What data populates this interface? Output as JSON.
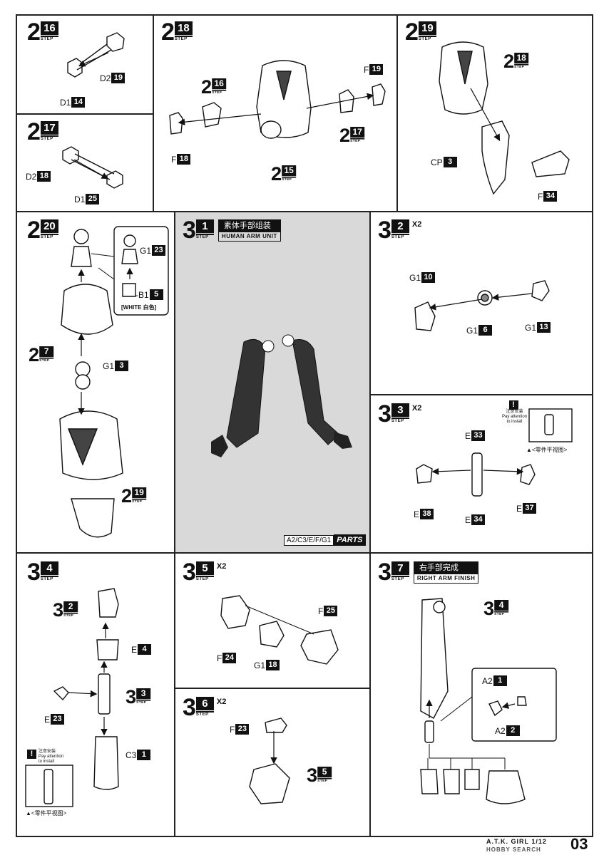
{
  "steps": {
    "s2_16": {
      "main": "2",
      "num": "16",
      "step": "STEP"
    },
    "s2_17": {
      "main": "2",
      "num": "17",
      "step": "STEP"
    },
    "s2_18": {
      "main": "2",
      "num": "18",
      "step": "STEP"
    },
    "s2_19": {
      "main": "2",
      "num": "19",
      "step": "STEP"
    },
    "s2_20": {
      "main": "2",
      "num": "20",
      "step": "STEP"
    },
    "s3_1": {
      "main": "3",
      "num": "1",
      "step": "STEP",
      "title_cn": "素体手部组装",
      "title_en": "HUMAN ARM UNIT"
    },
    "s3_2": {
      "main": "3",
      "num": "2",
      "step": "STEP",
      "mult": "X2"
    },
    "s3_3": {
      "main": "3",
      "num": "3",
      "step": "STEP",
      "mult": "X2"
    },
    "s3_4": {
      "main": "3",
      "num": "4",
      "step": "STEP"
    },
    "s3_5": {
      "main": "3",
      "num": "5",
      "step": "STEP",
      "mult": "X2"
    },
    "s3_6": {
      "main": "3",
      "num": "6",
      "step": "STEP",
      "mult": "X2"
    },
    "s3_7": {
      "main": "3",
      "num": "7",
      "step": "STEP",
      "title_cn": "右手部完成",
      "title_en": "RIGHT ARM FINISH"
    }
  },
  "refs": {
    "r2_7": {
      "main": "2",
      "num": "7",
      "step": "STEP"
    },
    "r2_15": {
      "main": "2",
      "num": "15",
      "step": "STEP"
    },
    "r2_17": {
      "main": "2",
      "num": "17",
      "step": "STEP"
    },
    "r2_18": {
      "main": "2",
      "num": "18",
      "step": "STEP"
    },
    "r2_19a": {
      "main": "2",
      "num": "19",
      "step": "STEP"
    },
    "r2_16": {
      "main": "2",
      "num": "16",
      "step": "STEP"
    },
    "r3_2": {
      "main": "3",
      "num": "2",
      "step": "STEP"
    },
    "r3_3": {
      "main": "3",
      "num": "3",
      "step": "STEP"
    },
    "r3_4": {
      "main": "3",
      "num": "4",
      "step": "STEP"
    },
    "r3_5": {
      "main": "3",
      "num": "5",
      "step": "STEP"
    }
  },
  "parts": {
    "p_d2_19": {
      "letter": "D2",
      "num": "19"
    },
    "p_d1_14": {
      "letter": "D1",
      "num": "14"
    },
    "p_d2_18": {
      "letter": "D2",
      "num": "18"
    },
    "p_d1_25": {
      "letter": "D1",
      "num": "25"
    },
    "p_f_19": {
      "letter": "F",
      "num": "19"
    },
    "p_f_18": {
      "letter": "F",
      "num": "18"
    },
    "p_cp_3": {
      "letter": "CP",
      "num": "3"
    },
    "p_f_34": {
      "letter": "F",
      "num": "34"
    },
    "p_g1_23": {
      "letter": "G1",
      "num": "23"
    },
    "p_b1_5": {
      "letter": "-B1",
      "num": "5"
    },
    "p_g1_3": {
      "letter": "G1",
      "num": "3"
    },
    "p_g1_10": {
      "letter": "G1",
      "num": "10"
    },
    "p_g1_6": {
      "letter": "G1",
      "num": "6"
    },
    "p_g1_13": {
      "letter": "G1",
      "num": "13"
    },
    "p_e_33": {
      "letter": "E",
      "num": "33"
    },
    "p_e_38": {
      "letter": "E",
      "num": "38"
    },
    "p_e_34": {
      "letter": "E",
      "num": "34"
    },
    "p_e_37": {
      "letter": "E",
      "num": "37"
    },
    "p_e_4": {
      "letter": "E",
      "num": "4"
    },
    "p_e_23": {
      "letter": "E",
      "num": "23"
    },
    "p_c3_1": {
      "letter": "C3",
      "num": "1"
    },
    "p_f_25": {
      "letter": "F",
      "num": "25"
    },
    "p_f_24": {
      "letter": "F",
      "num": "24"
    },
    "p_g1_18": {
      "letter": "G1",
      "num": "18"
    },
    "p_f_23": {
      "letter": "F",
      "num": "23"
    },
    "p_a2_1": {
      "letter": "A2",
      "num": "1"
    },
    "p_a2_2": {
      "letter": "A2",
      "num": "2"
    }
  },
  "white_note": "[WHITE 白色]",
  "caution": {
    "cn": "注意安装",
    "en1": "Pay attention",
    "en2": "to install",
    "view": "▲<零件平视图>"
  },
  "parts_tag": {
    "list": "A2/C3/E/F/G1",
    "label": "PARTS"
  },
  "footer": {
    "brand": "A.T.K. GIRL 1/12",
    "watermark": "HOBBY SEARCH",
    "page": "03"
  }
}
